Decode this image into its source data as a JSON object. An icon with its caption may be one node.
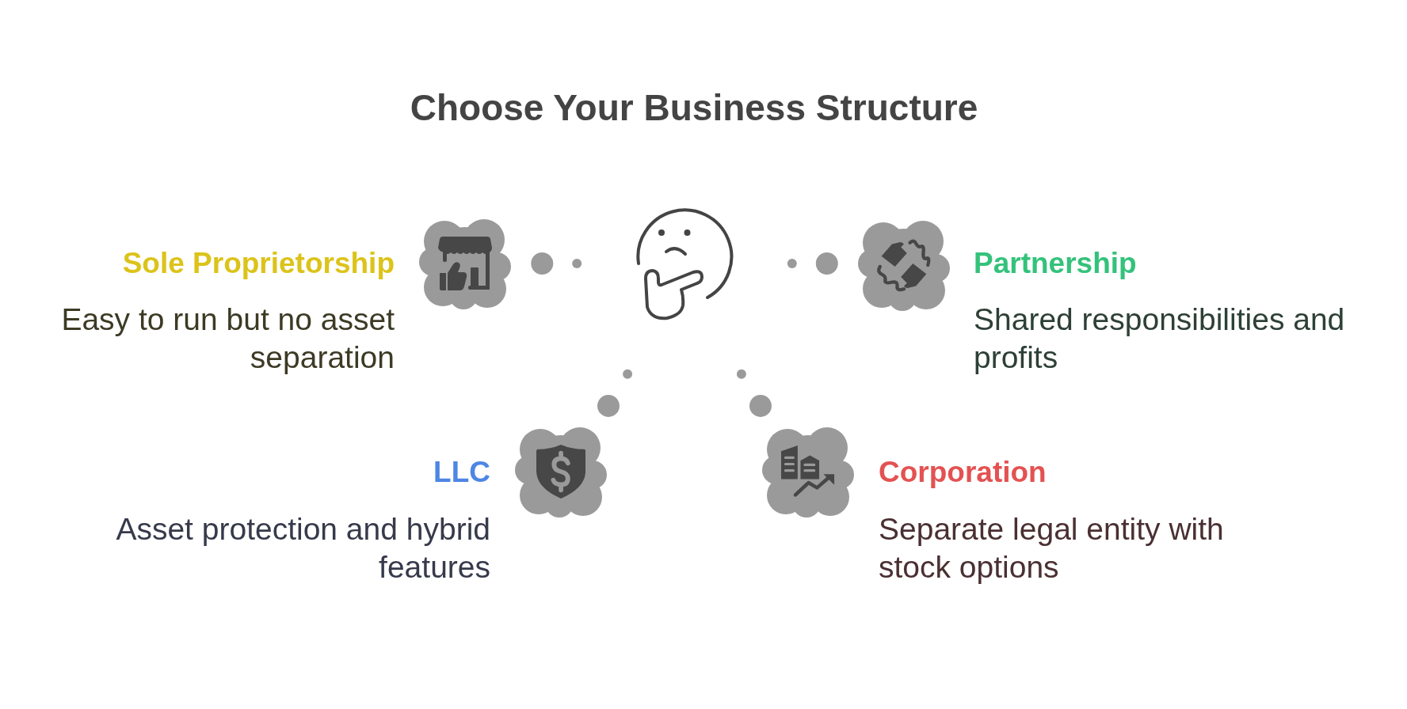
{
  "diagram": {
    "title": "Choose Your Business Structure",
    "nodes": [
      {
        "text": [
          "Sole Proprietorship",
          "Easy to run but no asset separation"
        ]
      },
      {
        "text": [],
        "shape": "picture"
      },
      {
        "text": [
          "Partnership",
          "Shared responsibilities and profits"
        ]
      },
      {
        "text": [
          "LLC",
          "Asset protection and hybrid features"
        ]
      },
      {
        "text": [
          "Corporation",
          "Separate legal entity with stock options"
        ]
      }
    ],
    "edges": [
      {
        "from": 1,
        "to": 0,
        "arrow": "none"
      },
      {
        "from": 1,
        "to": 2,
        "arrow": "none"
      },
      {
        "from": 1,
        "to": 3,
        "arrow": "none"
      },
      {
        "from": 1,
        "to": 4,
        "arrow": "none"
      }
    ]
  }
}
